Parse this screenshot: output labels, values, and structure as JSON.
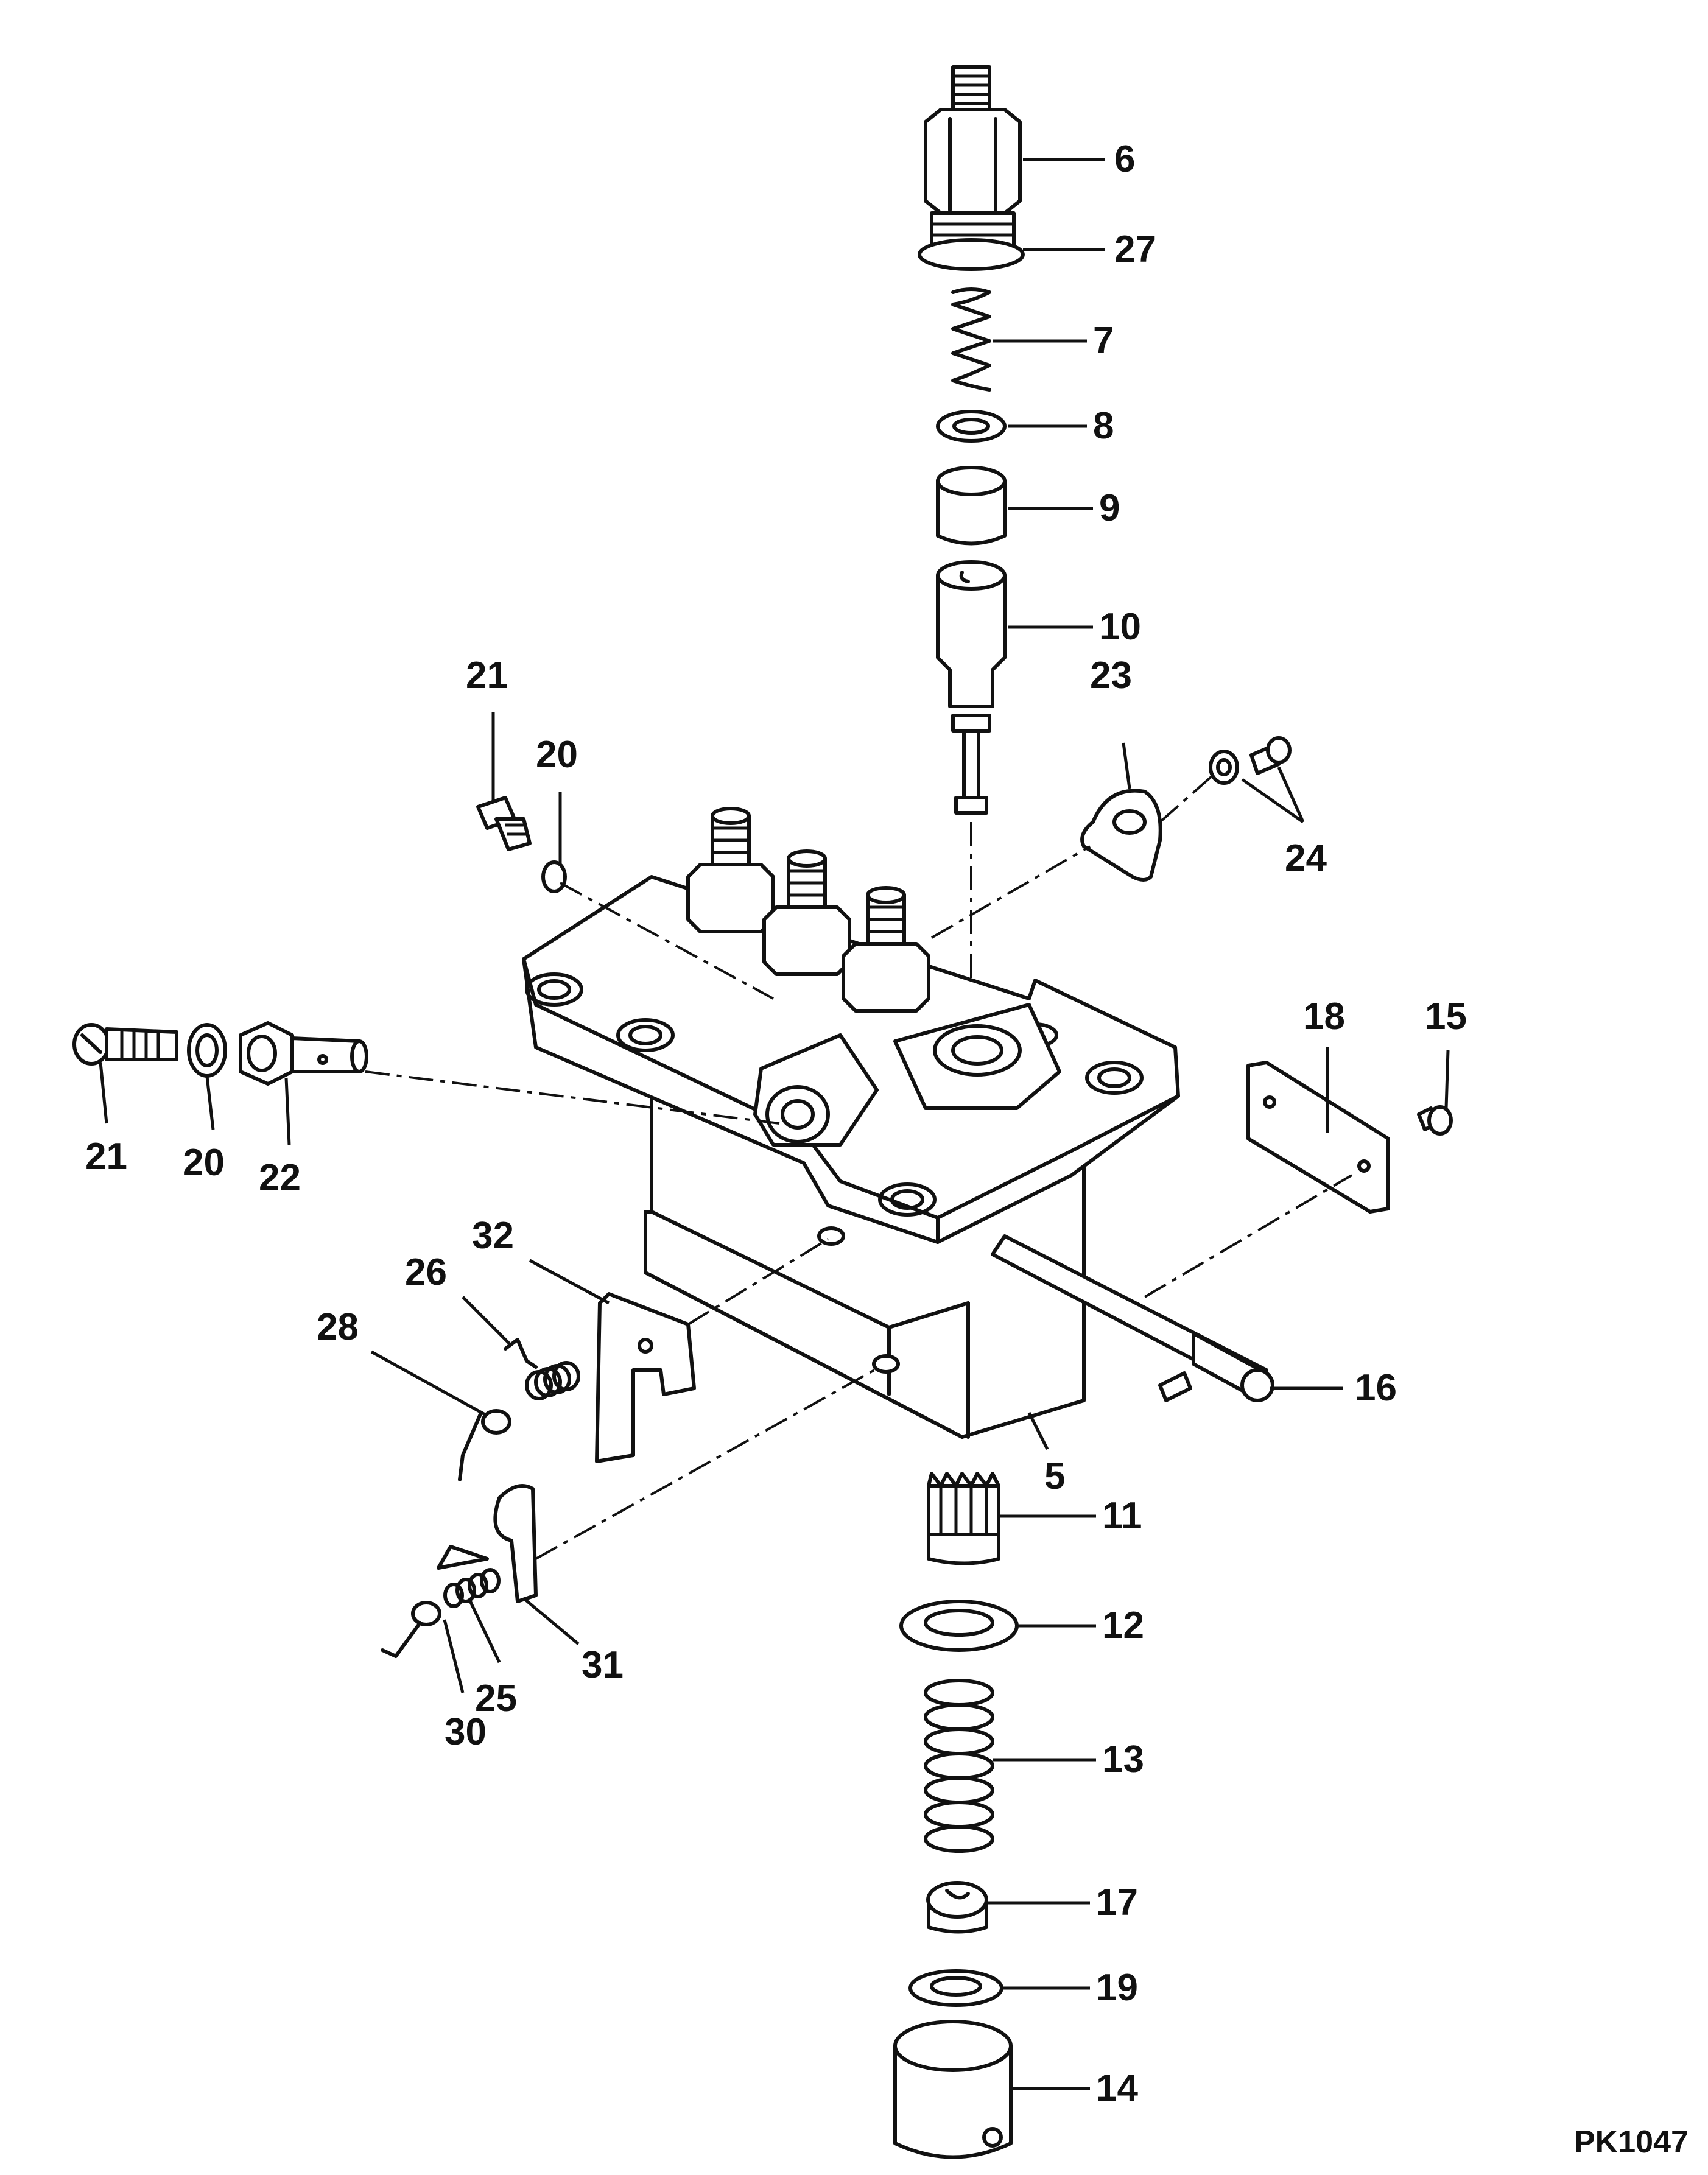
{
  "figure_ref": "PK1047",
  "callouts": {
    "c5": "5",
    "c6": "6",
    "c7": "7",
    "c8": "8",
    "c9": "9",
    "c10": "10",
    "c11": "11",
    "c12": "12",
    "c13": "13",
    "c14": "14",
    "c15": "15",
    "c16": "16",
    "c17": "17",
    "c18": "18",
    "c19": "19",
    "c20a": "20",
    "c20b": "20",
    "c21a": "21",
    "c21b": "21",
    "c22": "22",
    "c23": "23",
    "c24": "24",
    "c25": "25",
    "c26": "26",
    "c27": "27",
    "c28": "28",
    "c30": "30",
    "c31": "31",
    "c32": "32"
  }
}
